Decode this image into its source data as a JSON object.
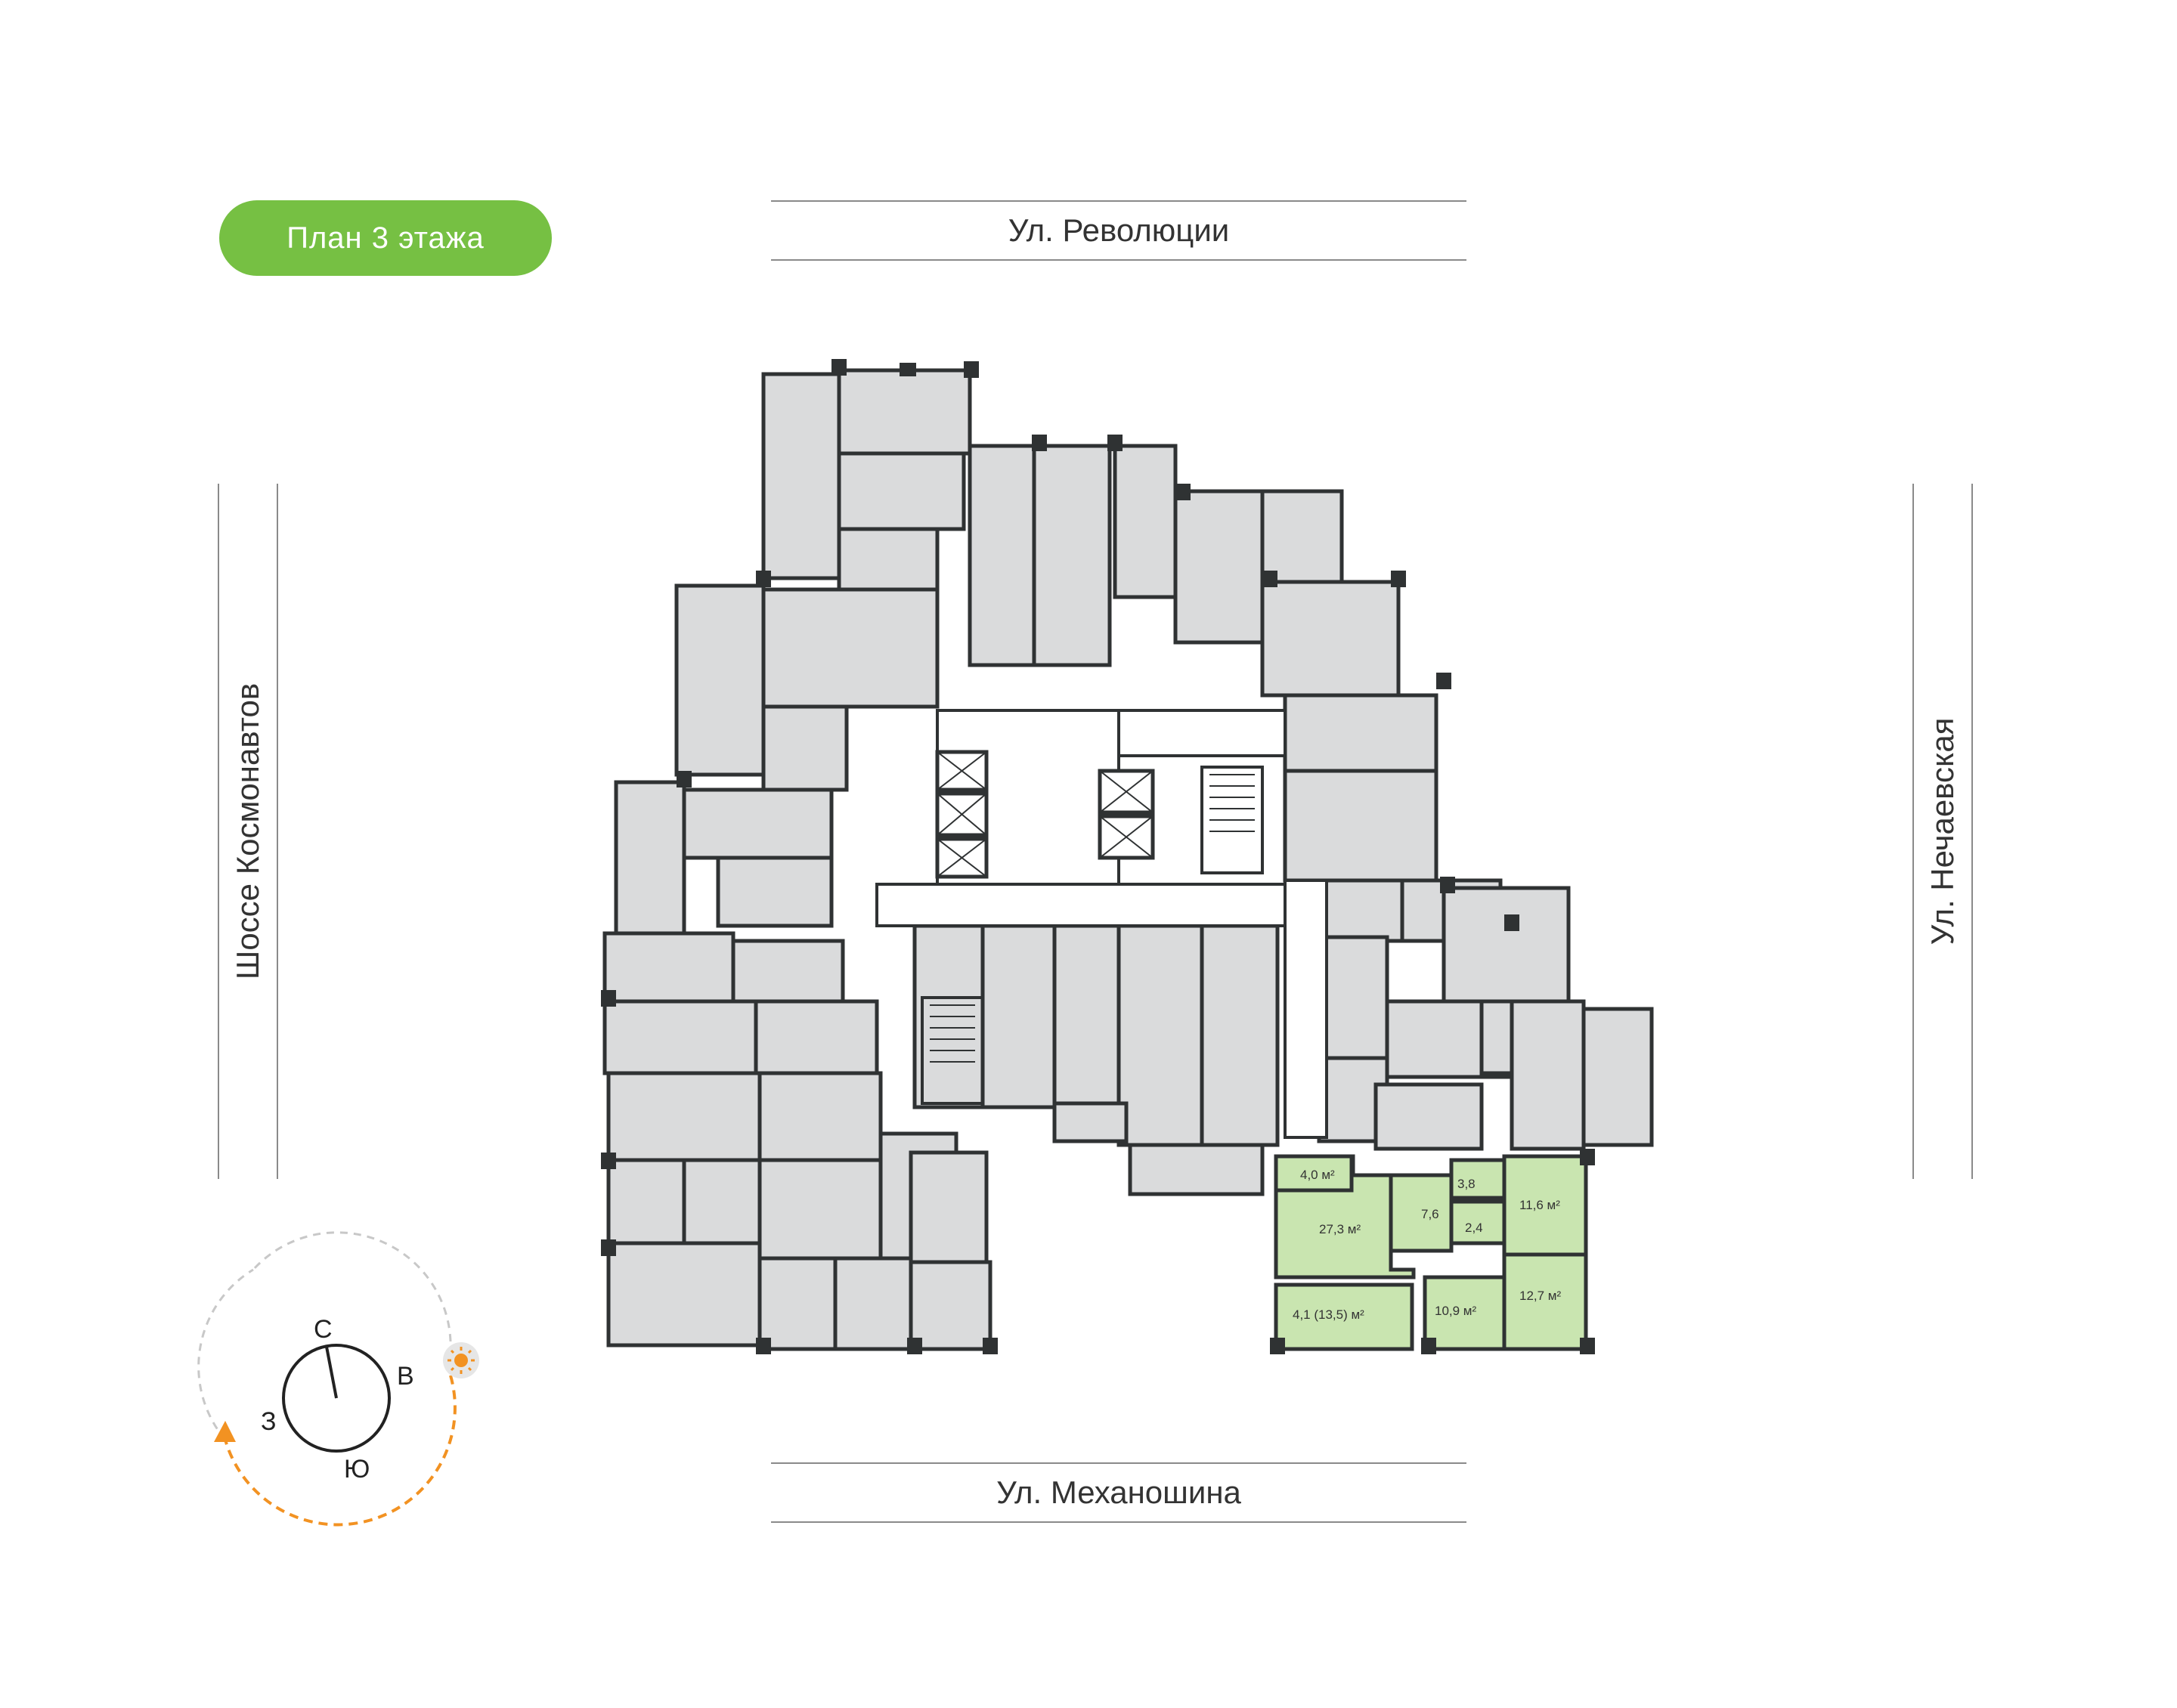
{
  "floor_title": "План 3 этажа",
  "streets": {
    "north": "Ул. Революции",
    "south": "Ул. Механошина",
    "west": "Шоссе Космонавтов",
    "east": "Ул. Нечаевская"
  },
  "compass": {
    "n": "С",
    "e": "В",
    "s": "Ю",
    "w": "З"
  },
  "highlighted_apartment": {
    "rooms": [
      {
        "label": "4,0 м²"
      },
      {
        "label": "27,3 м²"
      },
      {
        "label": "7,6"
      },
      {
        "label": "3,8"
      },
      {
        "label": "2,4"
      },
      {
        "label": "11,6 м²"
      },
      {
        "label": "12,7 м²"
      },
      {
        "label": "10,9 м²"
      },
      {
        "label": "4,1 (13,5) м²"
      }
    ]
  },
  "colors": {
    "accent": "#76c043",
    "highlight": "#c9e5b0",
    "room_fill": "#dadbdc",
    "wall": "#2f3233",
    "sun_path": "#f29222"
  },
  "icons": [
    "sun-icon"
  ]
}
